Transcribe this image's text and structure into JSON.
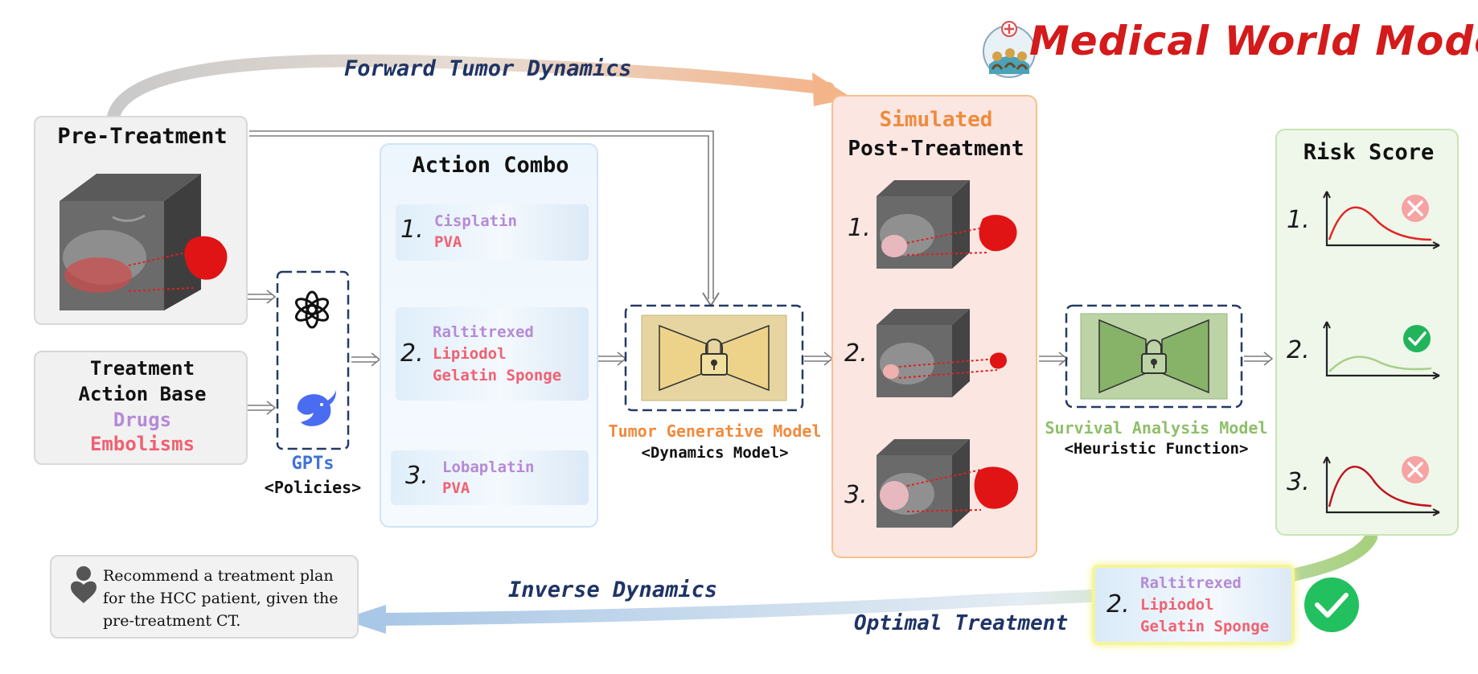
{
  "title": {
    "logo_icon": "medical-team-logo-icon",
    "text": "Medical World Model",
    "color": "#d41a1a"
  },
  "arrows": {
    "forward": "Forward Tumor Dynamics",
    "inverse": "Inverse Dynamics"
  },
  "pre_treatment": {
    "title": "Pre-Treatment"
  },
  "action_base": {
    "line1": "Treatment",
    "line2": "Action Base",
    "drugs": "Drugs",
    "embolisms": "Embolisms"
  },
  "policies": {
    "name": "GPTs",
    "sub": "<Policies>",
    "icons": [
      "openai-logo-icon",
      "deepseek-whale-icon"
    ]
  },
  "action_combo": {
    "title": "Action Combo",
    "items": [
      {
        "num": "1.",
        "drug": "Cisplatin",
        "embolism": [
          "PVA"
        ]
      },
      {
        "num": "2.",
        "drug": "Raltitrexed",
        "embolism": [
          "Lipiodol",
          "Gelatin Sponge"
        ]
      },
      {
        "num": "3.",
        "drug": "Lobaplatin",
        "embolism": [
          "PVA"
        ]
      }
    ]
  },
  "dynamics_model": {
    "name": "Tumor Generative Model",
    "sub": "<Dynamics Model>"
  },
  "simulated": {
    "line1": "Simulated",
    "line2": "Post-Treatment",
    "nums": [
      "1.",
      "2.",
      "3."
    ]
  },
  "survival_model": {
    "name": "Survival Analysis Model",
    "sub": "<Heuristic Function>"
  },
  "risk": {
    "title": "Risk Score",
    "items": [
      {
        "num": "1.",
        "status": "reject"
      },
      {
        "num": "2.",
        "status": "accept"
      },
      {
        "num": "3.",
        "status": "reject"
      }
    ]
  },
  "prompt": {
    "text": "Recommend a treatment plan for the HCC patient, given the pre-treatment CT."
  },
  "optimal": {
    "label": "Optimal Treatment",
    "num": "2.",
    "drug": "Raltitrexed",
    "embolism": [
      "Lipiodol",
      "Gelatin Sponge"
    ]
  }
}
